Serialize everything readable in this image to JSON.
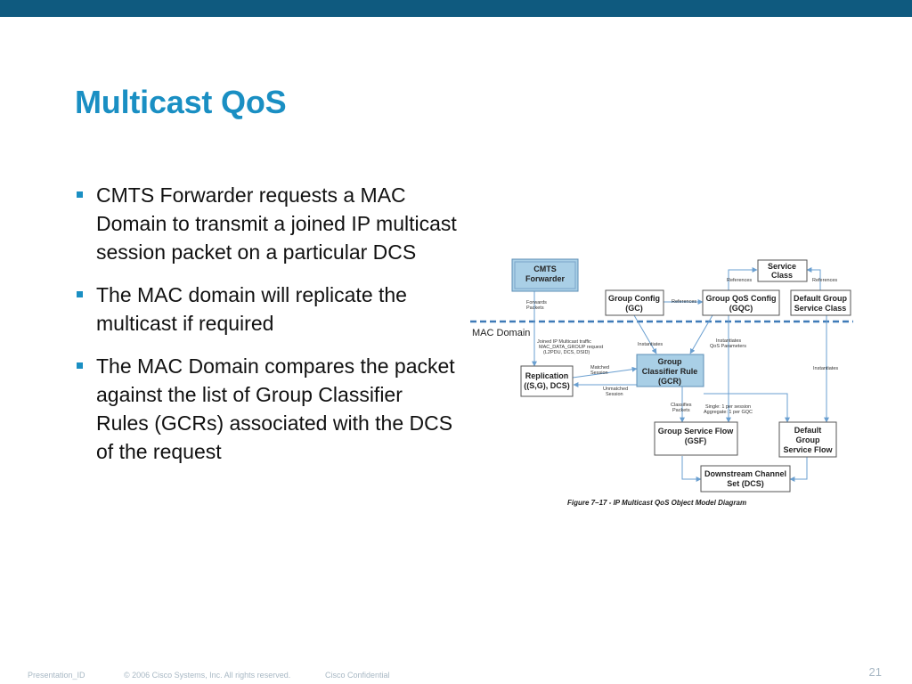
{
  "slide": {
    "title": "Multicast QoS",
    "bullets": [
      "CMTS Forwarder requests a MAC Domain to transmit a joined IP multicast session packet on a particular DCS",
      "The MAC domain will replicate the multicast if required",
      "The MAC Domain compares the packet against the list of Group Classifier Rules (GCRs) associated with the DCS of the request"
    ]
  },
  "diagram": {
    "boxes": {
      "cmts": [
        "CMTS",
        "Forwarder"
      ],
      "service_class": [
        "Service",
        "Class"
      ],
      "gc": [
        "Group Config",
        "(GC)"
      ],
      "gqc": [
        "Group QoS Config",
        "(GQC)"
      ],
      "dgsc": [
        "Default Group",
        "Service Class"
      ],
      "replication": [
        "Replication",
        "((S,G), DCS)"
      ],
      "gcr": [
        "Group",
        "Classifier Rule",
        "(GCR)"
      ],
      "gsf": [
        "Group Service Flow",
        "(GSF)"
      ],
      "dgsf": [
        "Default",
        "Group",
        "Service Flow"
      ],
      "dcs": [
        "Downstream Channel",
        "Set (DCS)"
      ]
    },
    "mac_domain_label": "MAC Domain",
    "edge_labels": {
      "references_left": "References",
      "references_right": "References",
      "references_mid": "References",
      "forwards_packets": [
        "Forwards",
        "Packets"
      ],
      "joined": [
        "Joined IP Multicast traffic",
        "MAC_DATA_GROUP request",
        "(L2PDU, DCS, DSID)"
      ],
      "instantiates_1": "Instantiates",
      "instantiates_qos": [
        "Instantiates",
        "QoS Parameters"
      ],
      "instantiates_2": "Instantiates",
      "matched": [
        "Matched",
        "Session"
      ],
      "unmatched": [
        "Unmatched",
        "Session"
      ],
      "classifies": [
        "Classifies",
        "Packets"
      ],
      "single": [
        "Single: 1 per session",
        "Aggregate: 1 per GQC"
      ]
    },
    "caption": "Figure 7–17 - IP Multicast QoS Object Model Diagram"
  },
  "footer": {
    "presentation_id": "Presentation_ID",
    "copyright": "© 2006 Cisco Systems, Inc. All rights reserved.",
    "confidential": "Cisco Confidential",
    "page_number": "21"
  },
  "colors": {
    "top_bar": "#0f5a7f",
    "title": "#1a8fc3",
    "bullet_marker": "#1a8fc3",
    "box_highlight": "#a9cfe6",
    "mac_domain_line": "#3f7bb8",
    "footer_text": "#a8b8c4"
  }
}
